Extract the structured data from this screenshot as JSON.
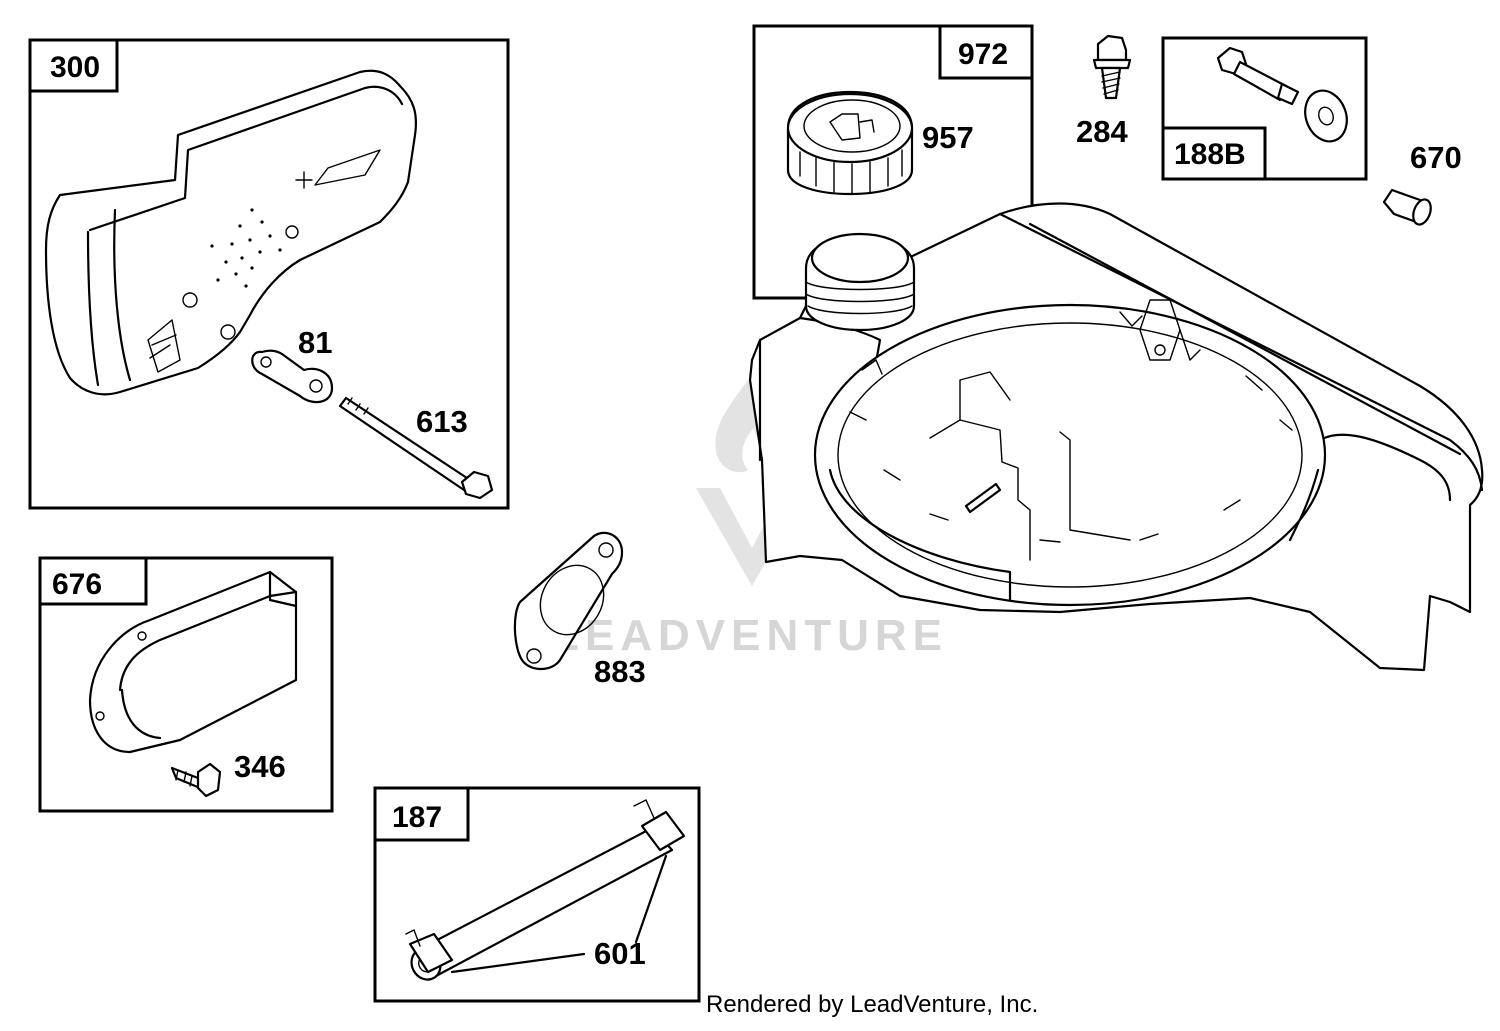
{
  "diagram": {
    "groups": [
      {
        "id": "300",
        "label": "300"
      },
      {
        "id": "972",
        "label": "972"
      },
      {
        "id": "188B",
        "label": "188B"
      },
      {
        "id": "676",
        "label": "676"
      },
      {
        "id": "187",
        "label": "187"
      }
    ],
    "parts": [
      {
        "id": "957",
        "label": "957"
      },
      {
        "id": "284",
        "label": "284"
      },
      {
        "id": "670",
        "label": "670"
      },
      {
        "id": "81",
        "label": "81"
      },
      {
        "id": "613",
        "label": "613"
      },
      {
        "id": "883",
        "label": "883"
      },
      {
        "id": "346",
        "label": "346"
      },
      {
        "id": "601",
        "label": "601"
      }
    ],
    "watermark": "LEADVENTURE",
    "credit": "Rendered by LeadVenture, Inc."
  },
  "colors": {
    "line": "#000000",
    "background": "#ffffff",
    "watermark": "#d6d6d6"
  }
}
